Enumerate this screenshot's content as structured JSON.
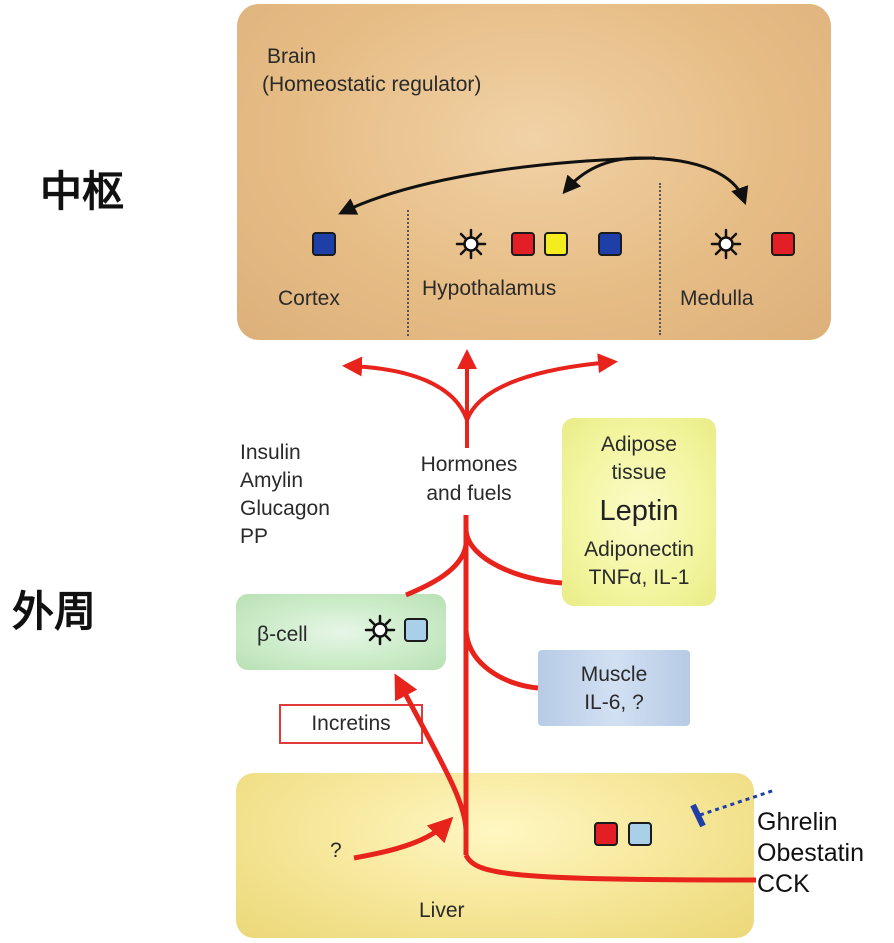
{
  "side_labels": {
    "central": "中枢",
    "peripheral": "外周"
  },
  "brain": {
    "title": "Brain",
    "subtitle": "(Homeostatic regulator)",
    "regions": {
      "cortex": "Cortex",
      "hypothalamus": "Hypothalamus",
      "medulla": "Medulla"
    }
  },
  "hormones_label": {
    "line1": "Hormones",
    "line2": "and fuels"
  },
  "pancreatic_hormones": [
    "Insulin",
    "Amylin",
    "Glucagon",
    "PP"
  ],
  "adipose": {
    "line1": "Adipose",
    "line2": "tissue",
    "leptin": "Leptin",
    "adiponectin": "Adiponectin",
    "others": "TNFα, IL-1"
  },
  "bcell": {
    "label": "β-cell"
  },
  "muscle": {
    "line1": "Muscle",
    "line2": "IL-6, ?"
  },
  "incretins": {
    "label": "Incretins"
  },
  "liver": {
    "label": "Liver",
    "question": "?"
  },
  "gut_hormones": [
    "Ghrelin",
    "Obestatin",
    "CCK"
  ],
  "colors": {
    "red_marker": "#e31e24",
    "yellow_marker": "#f4ec1c",
    "blue_marker": "#1f3fa8",
    "lightblue_marker": "#a9d0e8",
    "arrow_red": "#e8231c",
    "inhibit_blue": "#1f3fa8"
  }
}
